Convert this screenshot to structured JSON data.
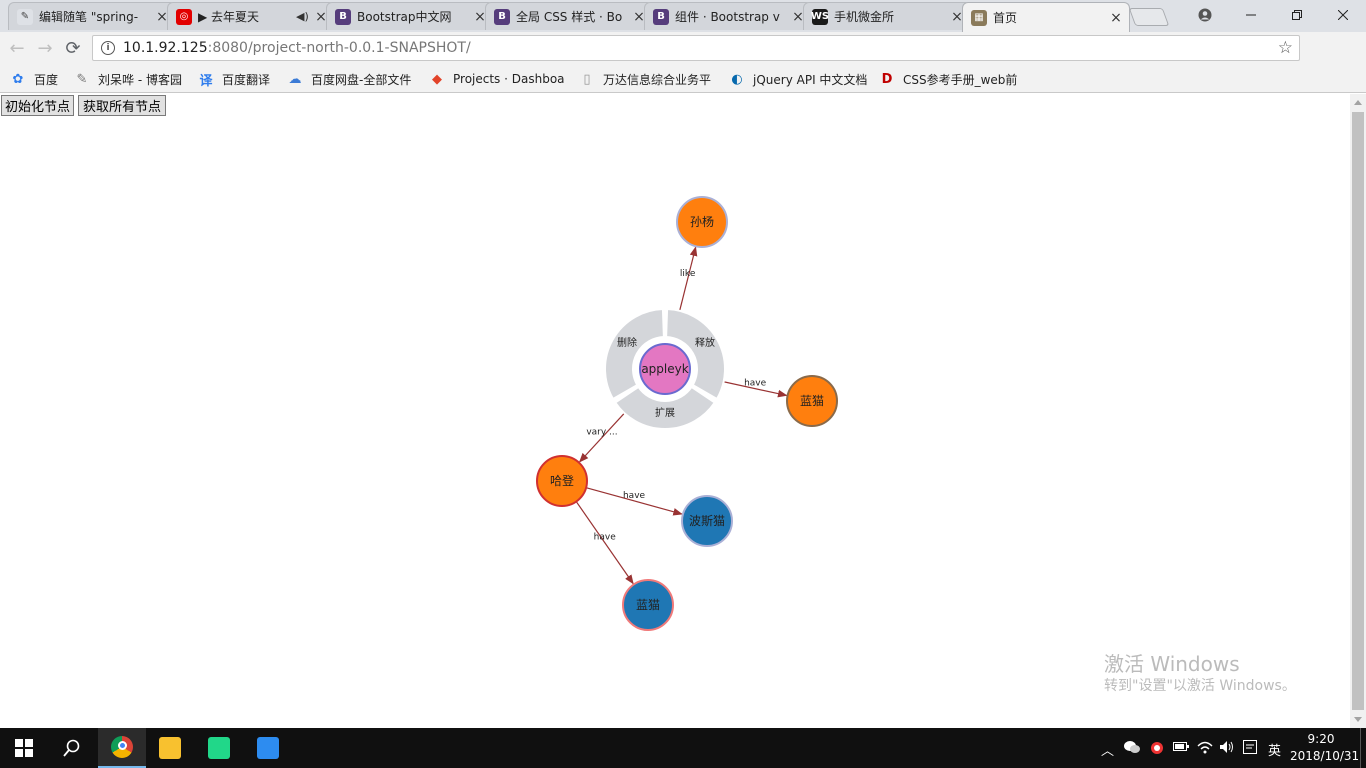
{
  "browser": {
    "tabs": [
      {
        "title": "编辑随笔 \"spring-",
        "icon": "cnblogs-icon",
        "icon_glyph": "✎",
        "icon_color": "#dee1e6"
      },
      {
        "title": "▶ 去年夏天",
        "icon": "netease-music-icon",
        "icon_glyph": "◎",
        "icon_color": "#e20000",
        "sound": "◀)"
      },
      {
        "title": "Bootstrap中文网",
        "icon": "bootstrap-icon",
        "icon_glyph": "B",
        "icon_color": "#563d7c"
      },
      {
        "title": "全局 CSS 样式 · Bo",
        "icon": "bootstrap-icon",
        "icon_glyph": "B",
        "icon_color": "#563d7c"
      },
      {
        "title": "组件 · Bootstrap v",
        "icon": "bootstrap-icon",
        "icon_glyph": "B",
        "icon_color": "#563d7c"
      },
      {
        "title": "手机微金所",
        "icon": "webstorm-icon",
        "icon_glyph": "WS",
        "icon_color": "#1a1a1a"
      },
      {
        "title": "首页",
        "icon": "page-icon",
        "icon_glyph": "▦",
        "icon_color": "#8a7a5a",
        "active": true
      }
    ],
    "url_host": "10.1.92.125",
    "url_rest": ":8080/project-north-0.0.1-SNAPSHOT/",
    "bookmarks": [
      {
        "label": "百度",
        "icon": "baidu-icon",
        "glyph": "✿",
        "color": "#2f7ded"
      },
      {
        "label": "刘呆哗 - 博客园",
        "icon": "cnblogs-icon",
        "glyph": "✎",
        "color": "#777777"
      },
      {
        "label": "百度翻译",
        "icon": "baidu-translate-icon",
        "glyph": "译",
        "color": "#2f7ded"
      },
      {
        "label": "百度网盘-全部文件",
        "icon": "baidu-pan-icon",
        "glyph": "☁",
        "color": "#3b7bd6"
      },
      {
        "label": "Projects · Dashboa",
        "icon": "gitlab-icon",
        "glyph": "◆",
        "color": "#e24329"
      },
      {
        "label": "万达信息综合业务平",
        "icon": "page-icon",
        "glyph": "▯",
        "color": "#999999"
      },
      {
        "label": "jQuery API 中文文档",
        "icon": "jquery-icon",
        "glyph": "◐",
        "color": "#0769ad"
      },
      {
        "label": "CSS参考手册_web前",
        "icon": "runoob-icon",
        "glyph": "D",
        "color": "#c00000"
      }
    ]
  },
  "page": {
    "buttons": {
      "init": "初始化节点",
      "get_all": "获取所有节点"
    },
    "graph": {
      "nodes": [
        {
          "id": "appleyk",
          "label": "appleyk",
          "color": "#e377c2",
          "stroke": "#6a6ad0",
          "selected": true
        },
        {
          "id": "sunyang",
          "label": "孙杨",
          "color": "#ff7f0e",
          "stroke": "#aab0d6"
        },
        {
          "id": "lanmao1",
          "label": "蓝猫",
          "color": "#ff7f0e",
          "stroke": "#8a6a4a"
        },
        {
          "id": "hadeng",
          "label": "哈登",
          "color": "#ff7f0e",
          "stroke": "#d03030"
        },
        {
          "id": "bosimao",
          "label": "波斯猫",
          "color": "#1f77b4",
          "stroke": "#aab0d6"
        },
        {
          "id": "lanmao2",
          "label": "蓝猫",
          "color": "#1f77b4",
          "stroke": "#f07a7a"
        }
      ],
      "links": [
        {
          "source": "appleyk",
          "target": "sunyang",
          "label": "like"
        },
        {
          "source": "appleyk",
          "target": "lanmao1",
          "label": "have"
        },
        {
          "source": "appleyk",
          "target": "hadeng",
          "label": "vary ..."
        },
        {
          "source": "hadeng",
          "target": "bosimao",
          "label": "have"
        },
        {
          "source": "hadeng",
          "target": "lanmao2",
          "label": "have"
        }
      ],
      "ring_menu": [
        "删除",
        "释放",
        "扩展"
      ],
      "link_color": "#993333",
      "ring_color": "#d4d6da"
    },
    "watermark": {
      "line1": "激活 Windows",
      "line2": "转到\"设置\"以激活 Windows。"
    }
  },
  "taskbar": {
    "apps": [
      {
        "name": "chrome-icon",
        "color": "#4285f4",
        "active": true
      },
      {
        "name": "file-explorer-icon",
        "color": "#f8c12f"
      },
      {
        "name": "webstorm-icon",
        "color": "#21d789"
      },
      {
        "name": "notes-app-icon",
        "color": "#2d8cf0"
      }
    ],
    "ime": "英",
    "time": "9:20",
    "date": "2018/10/31"
  }
}
